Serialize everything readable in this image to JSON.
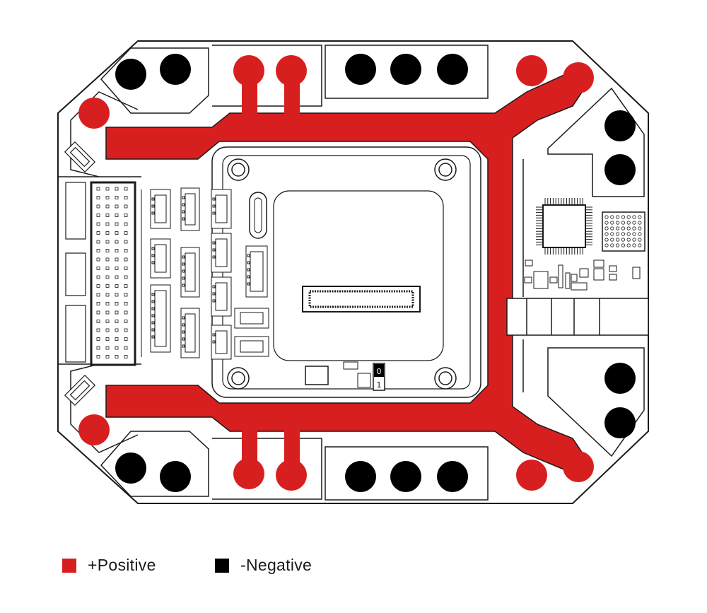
{
  "colors": {
    "positive": "#d81f1f",
    "negative": "#000000",
    "outline": "#1a1a1a"
  },
  "legend": {
    "positive_label": "+Positive",
    "negative_label": "-Negative"
  },
  "board": {
    "switch_labels": [
      "0",
      "1"
    ]
  }
}
